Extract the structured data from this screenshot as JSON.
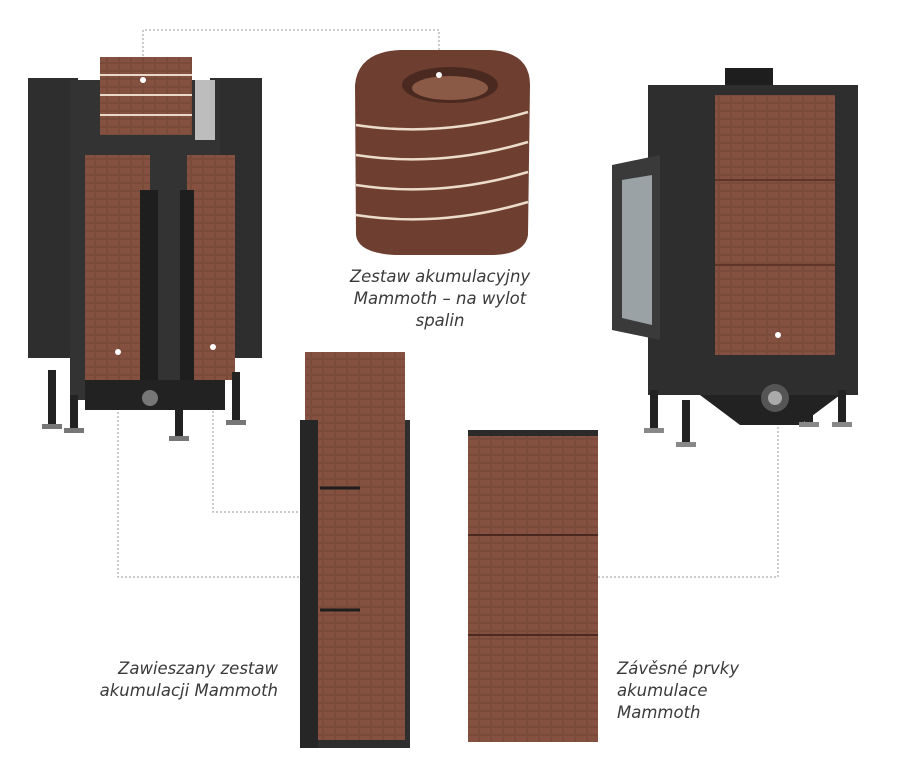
{
  "captions": {
    "top_set": [
      "Zestaw akumulacyjny",
      "Mammoth – na wylot",
      "spalin"
    ],
    "hanging_set": [
      "Zawieszany zestaw",
      "akumulacji Mammoth"
    ],
    "hanging_elements": [
      "Závěsné prvky",
      "akumulace",
      "Mammoth"
    ]
  },
  "colors": {
    "brick": "#7a4a3a",
    "brick_dark": "#5e3628",
    "steel": "#2b2b2b",
    "leader_line": "#9a9a9a"
  }
}
